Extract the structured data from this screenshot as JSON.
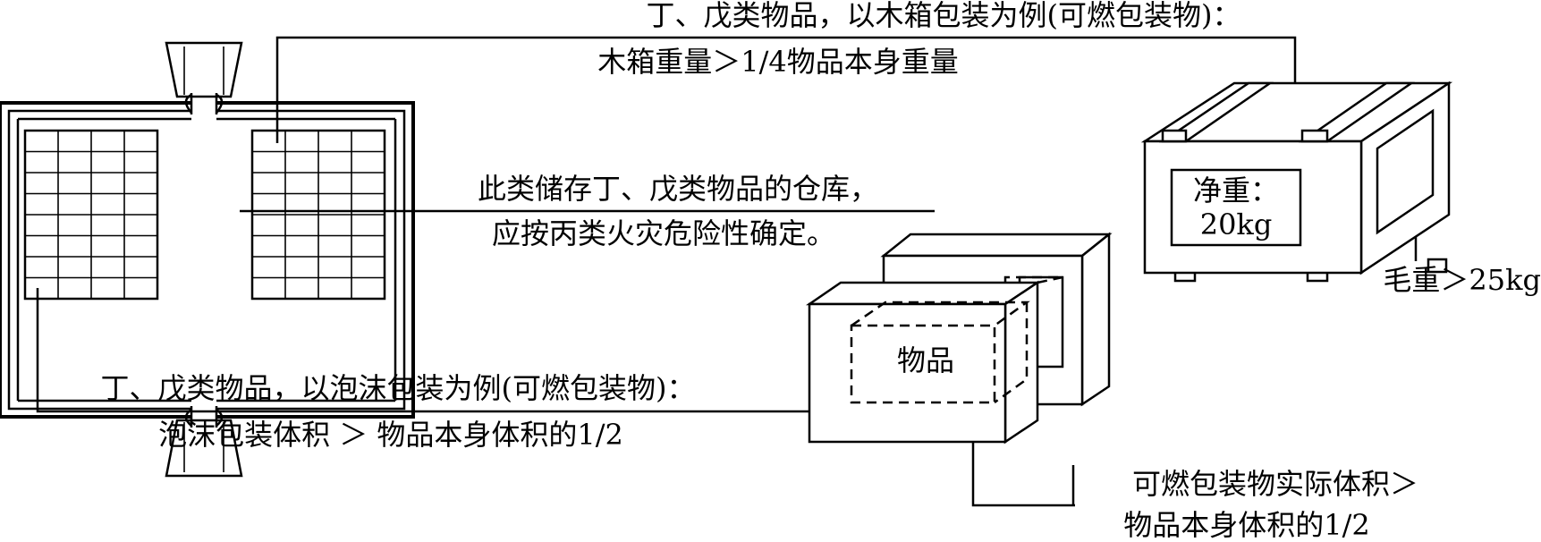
{
  "labels": {
    "wood_title": "丁、戊类物品，以木箱包装为例(可燃包装物)：",
    "wood_rule": "木箱重量＞1/4物品本身重量",
    "warehouse_line1": "此类储存丁、戊类物品的仓库，",
    "warehouse_line2": "应按丙类火灾危险性确定。",
    "foam_title": "丁、戊类物品，以泡沫包装为例(可燃包装物)：",
    "foam_rule": "泡沫包装体积 ＞ 物品本身体积的1/2",
    "net_weight_label": "净重：",
    "net_weight_value": "20kg",
    "gross_weight": "毛重＞25kg",
    "item_label": "物品",
    "packaging_line1": "可燃包装物实际体积＞",
    "packaging_line2": "物品本身体积的1/2"
  }
}
